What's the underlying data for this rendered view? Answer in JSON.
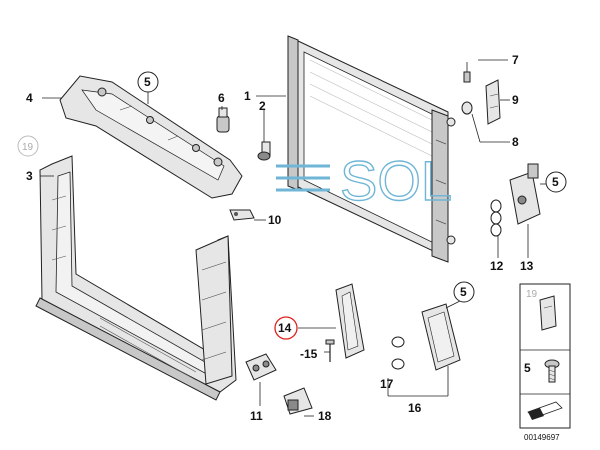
{
  "diagram": {
    "callouts": [
      {
        "id": "c1",
        "label": "1"
      },
      {
        "id": "c2",
        "label": "2"
      },
      {
        "id": "c3",
        "label": "3"
      },
      {
        "id": "c4",
        "label": "4"
      },
      {
        "id": "c5a",
        "label": "5"
      },
      {
        "id": "c5b",
        "label": "5"
      },
      {
        "id": "c5c",
        "label": "5"
      },
      {
        "id": "c6",
        "label": "6"
      },
      {
        "id": "c7",
        "label": "7"
      },
      {
        "id": "c8",
        "label": "8"
      },
      {
        "id": "c9",
        "label": "9"
      },
      {
        "id": "c10",
        "label": "10"
      },
      {
        "id": "c11",
        "label": "11"
      },
      {
        "id": "c12",
        "label": "12"
      },
      {
        "id": "c13",
        "label": "13"
      },
      {
        "id": "c14",
        "label": "14"
      },
      {
        "id": "c15",
        "label": "-15"
      },
      {
        "id": "c16",
        "label": "16"
      },
      {
        "id": "c17",
        "label": "17"
      },
      {
        "id": "c18",
        "label": "18"
      },
      {
        "id": "c19a",
        "label": "19"
      }
    ],
    "inset": {
      "top_label": "19",
      "mid_label": "5",
      "ref_number": "00149697"
    },
    "watermark": "SOL",
    "highlight_color": "#e0211b",
    "watermark_color": "#6fb6d6"
  }
}
